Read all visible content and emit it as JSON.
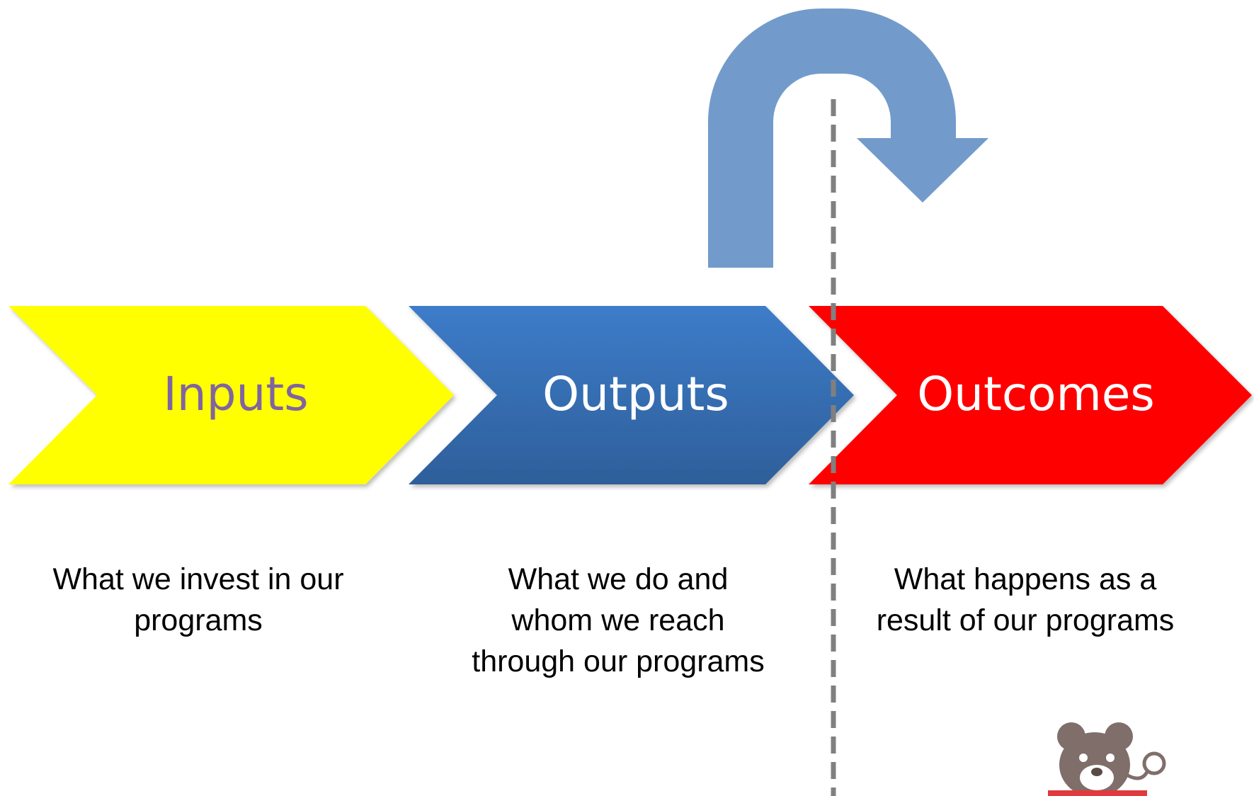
{
  "diagram": {
    "steps": [
      {
        "label": "Inputs",
        "color": "#ffff00",
        "text_color": "#8064a2",
        "description_lines": [
          "What we invest in our",
          "programs"
        ]
      },
      {
        "label": "Outputs",
        "color_top": "#3d7cc9",
        "color_bottom": "#2e5f9a",
        "text_color": "#ffffff",
        "description_lines": [
          "What we do and",
          "whom we reach",
          "through our programs"
        ]
      },
      {
        "label": "Outcomes",
        "color": "#ff0000",
        "text_color": "#ffffff",
        "description_lines": [
          "What happens as a",
          "result of our programs"
        ]
      }
    ],
    "curved_arrow": {
      "icon": "u-turn-arrow-icon",
      "color": "#729bcb"
    },
    "divider": {
      "style": "dashed",
      "color": "#808080"
    },
    "logo": {
      "icon": "teddy-bear-logo-icon",
      "color": "#7f6e6a",
      "accent_color": "#e03a3e"
    }
  }
}
